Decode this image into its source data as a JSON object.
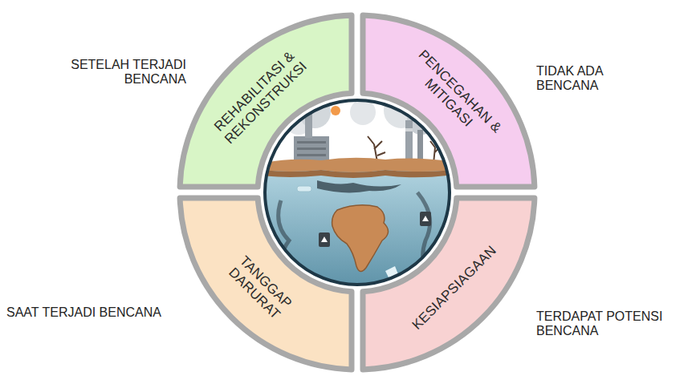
{
  "diagram": {
    "nodes": [
      {
        "text": [
          "REHABILITASI & REKONSTRUKSI",
          "SETELAH TERJADI BENCANA"
        ]
      },
      {
        "text": [
          "PENCEGAHAN & MITIGASI",
          "TIDAK ADA BENCANA"
        ]
      },
      {
        "text": [
          "TANGGAP DARURAT",
          "SAAT TERJADI BENCANA"
        ]
      },
      {
        "text": [
          "KESIAPSIAGAAN",
          "TERDAPAT POTENSI BENCANA"
        ]
      }
    ]
  }
}
